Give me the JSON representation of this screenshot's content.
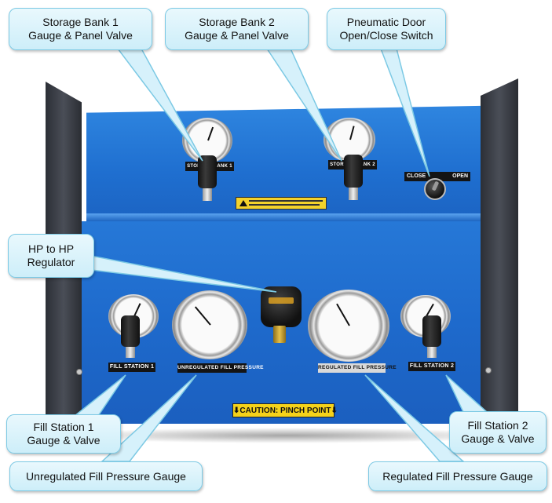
{
  "callouts": {
    "storage_bank_1": [
      "Storage Bank 1",
      "Gauge & Panel Valve"
    ],
    "storage_bank_2": [
      "Storage Bank 2",
      "Gauge & Panel Valve"
    ],
    "pneumatic_door": [
      "Pneumatic Door",
      "Open/Close Switch"
    ],
    "hp_regulator": [
      "HP to HP",
      "Regulator"
    ],
    "fill_station_1": [
      "Fill Station 1",
      "Gauge & Valve"
    ],
    "fill_station_2": [
      "Fill Station 2",
      "Gauge & Valve"
    ],
    "unregulated_gauge": "Unregulated Fill Pressure Gauge",
    "regulated_gauge": "Regulated Fill Pressure Gauge"
  },
  "panel_labels": {
    "storage_bank_1_plate": "STORAGE BANK 1",
    "storage_bank_2_plate": "STORAGE BANK 2",
    "close": "CLOSE",
    "open": "OPEN",
    "fill_station_1_plate": "FILL STATION 1",
    "fill_station_2_plate": "FILL STATION 2",
    "unregulated_plate": "UNREGULATED FILL PRESSURE",
    "regulated_plate": "REGULATED FILL PRESSURE",
    "caution": "⬇CAUTION: PINCH POINT⬇"
  },
  "colors": {
    "panel_blue": "#1f6fd0",
    "frame": "#3a3e46",
    "callout_fill": "#d9f2fb",
    "callout_border": "#7cc9e4",
    "caution_yellow": "#f5d21a"
  }
}
